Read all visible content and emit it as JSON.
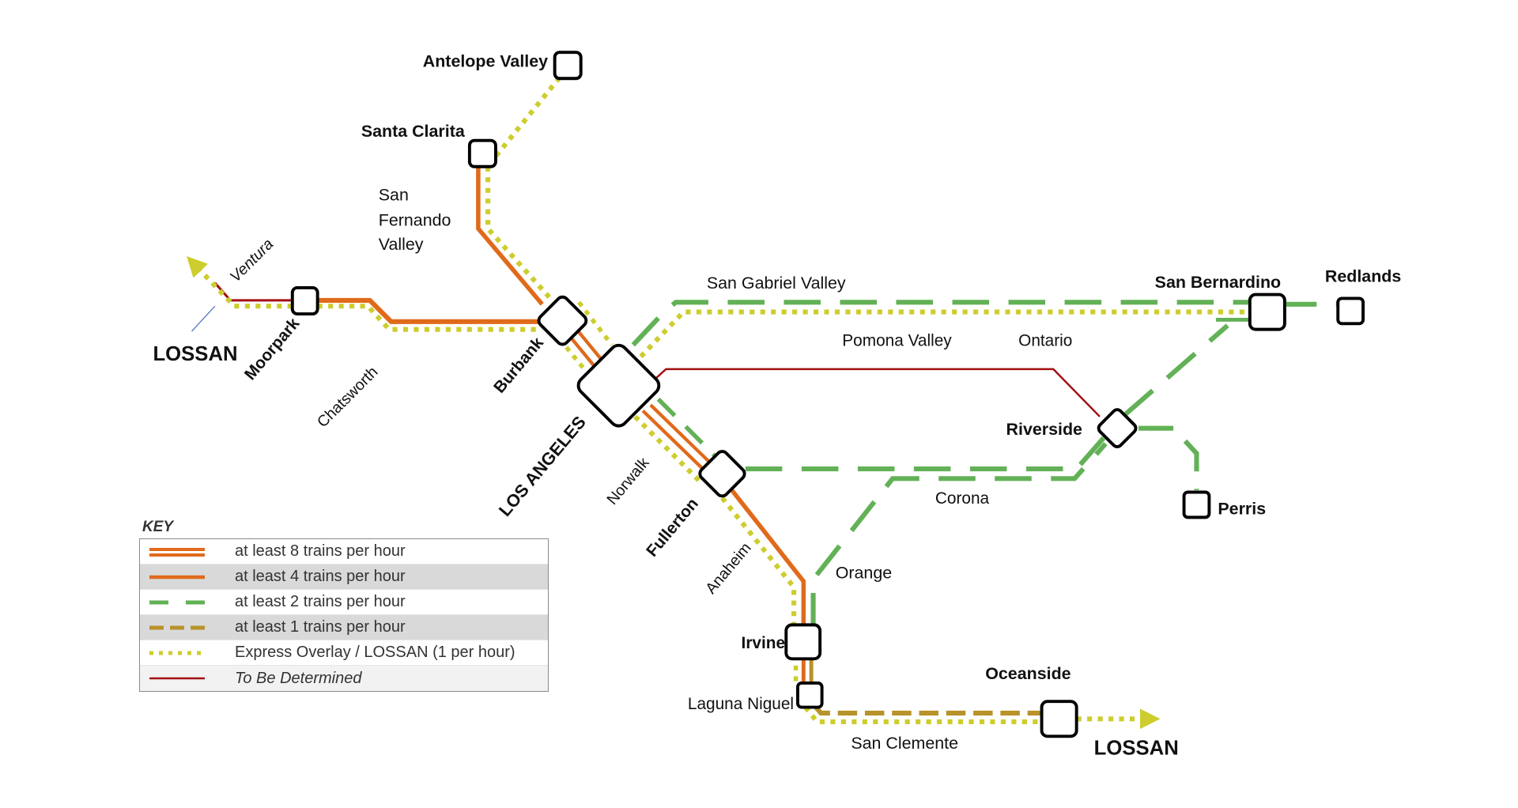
{
  "title": "Regional Rail Service Frequency Map",
  "colors": {
    "orange": "#e06a1b",
    "green": "#63b157",
    "gold": "#b8922a",
    "yellow": "#cdcd2d",
    "tbd_red": "#a30f12",
    "lossan_link_blue": "#4a6fbf",
    "station_stroke": "#000000"
  },
  "stations": {
    "antelope_valley": "Antelope Valley",
    "santa_clarita": "Santa Clarita",
    "moorpark": "Moorpark",
    "burbank": "Burbank",
    "los_angeles": "LOS ANGELES",
    "fullerton": "Fullerton",
    "irvine": "Irvine",
    "laguna_niguel": "Laguna Niguel",
    "oceanside": "Oceanside",
    "riverside": "Riverside",
    "san_bernardino": "San Bernardino",
    "redlands": "Redlands",
    "perris": "Perris"
  },
  "place_labels": {
    "san_fernando_valley": [
      "San",
      "Fernando",
      "Valley"
    ],
    "ventura": "Ventura",
    "chatsworth": "Chatsworth",
    "san_gabriel_valley": "San Gabriel Valley",
    "pomona_valley": "Pomona  Valley",
    "ontario": "Ontario",
    "norwalk": "Norwalk",
    "anaheim": "Anaheim",
    "orange": "Orange",
    "corona": "Corona",
    "san_clemente": "San Clemente"
  },
  "external_links": {
    "lossan_north": "LOSSAN",
    "lossan_south": "LOSSAN"
  },
  "legend": {
    "title": "KEY",
    "items": [
      {
        "label": "at least 8 trains per hour",
        "style": "double-orange"
      },
      {
        "label": "at least 4 trains per hour",
        "style": "single-orange"
      },
      {
        "label": "at least 2 trains per hour",
        "style": "green-dash"
      },
      {
        "label": "at least 1 trains per hour",
        "style": "gold-dash"
      },
      {
        "label": "Express Overlay / LOSSAN (1 per hour)",
        "style": "yellow-dotted"
      },
      {
        "label": "To Be Determined",
        "style": "red-thin"
      }
    ]
  }
}
